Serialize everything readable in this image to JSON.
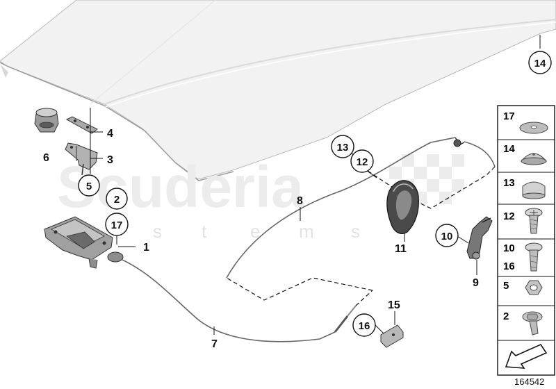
{
  "watermark": {
    "brand": "Scuderia",
    "subtitle_letters": [
      "s",
      "t",
      "e",
      "m",
      "s"
    ]
  },
  "diagram_number": "164542",
  "callouts": {
    "c1": "1",
    "c2": "2",
    "c3": "3",
    "c4": "4",
    "c5": "5",
    "c6": "6",
    "c7": "7",
    "c8": "8",
    "c9": "9",
    "c10": "10",
    "c11": "11",
    "c12": "12",
    "c13": "13",
    "c14": "14",
    "c15": "15",
    "c16": "16",
    "c17": "17"
  },
  "legend": {
    "rows": [
      {
        "label": "17",
        "label2": "",
        "part": "washer"
      },
      {
        "label": "14",
        "label2": "",
        "part": "dome-buffer"
      },
      {
        "label": "13",
        "label2": "",
        "part": "cap"
      },
      {
        "label": "12",
        "label2": "",
        "part": "screw"
      },
      {
        "label": "10",
        "label2": "16",
        "part": "bolt"
      },
      {
        "label": "5",
        "label2": "",
        "part": "hex-nut"
      },
      {
        "label": "2",
        "label2": "",
        "part": "flange-bolt"
      },
      {
        "label": "",
        "label2": "",
        "part": "direction-arrow"
      }
    ]
  }
}
